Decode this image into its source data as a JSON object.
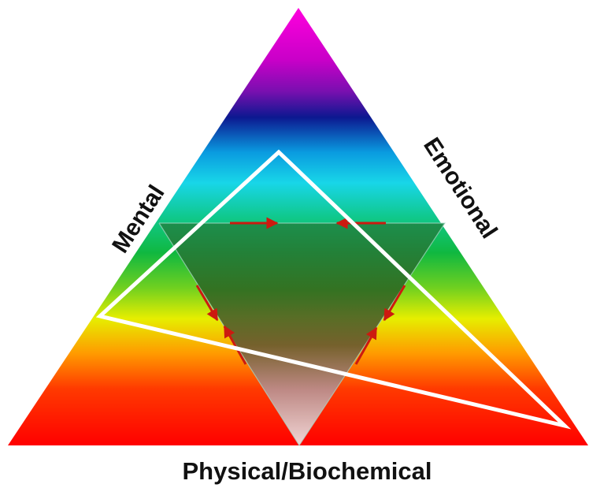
{
  "labels": {
    "left_side": "Mental",
    "right_side": "Emotional",
    "base": "Physical/Biochemical"
  },
  "colors": {
    "spectrum": [
      "#ff00dd",
      "#7a0fb0",
      "#0c1890",
      "#0a9be0",
      "#18d6e8",
      "#10c070",
      "#10b840",
      "#70d020",
      "#e6ee00",
      "#ff9a00",
      "#ff2a00",
      "#ff0000"
    ],
    "inner_triangle": "#2a7020",
    "inner_tip": "#e8e0e0",
    "outline": "#ffffff",
    "arrow": "#cc1a10",
    "text": "#111111"
  }
}
